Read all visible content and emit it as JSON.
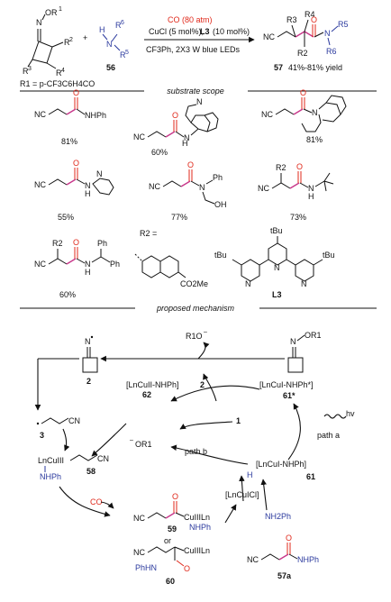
{
  "scheme": {
    "reactant1": {
      "oxime": "OR",
      "oxime_sup": "1",
      "r2": "R",
      "r2_sup": "2",
      "r3": "R",
      "r3_sup": "3",
      "r4": "R",
      "r4_sup": "4"
    },
    "reactant2": {
      "number": "56",
      "h": "H",
      "n": "N",
      "r6": "R",
      "r6_sup": "6",
      "r5": "R",
      "r5_sup": "5"
    },
    "conditions": {
      "co": "CO (80 atm)",
      "catalyst_prefix": "CuCl (5 mol%),",
      "ligand": "L3",
      "ligand_load": "(10 mol%)",
      "solvent": "CF3Ph, 2X3 W blue LEDs"
    },
    "product": {
      "nc": "NC",
      "o": "O",
      "n": "N",
      "number": "57",
      "yield": "41%-81% yield",
      "r3": "R3",
      "r4": "R4",
      "r2": "R2",
      "r5": "R5",
      "r6": "R6"
    },
    "r1_definition": "R1 = p-CF3C6H4CO",
    "plus": "+"
  },
  "sections": {
    "substrate_scope": "substrate scope",
    "proposed_mechanism": "proposed mechanism"
  },
  "scope": {
    "ex1": {
      "nc": "NC",
      "o": "O",
      "amine": "NHPh",
      "yield": "81%"
    },
    "ex2": {
      "nc": "NC",
      "o": "O",
      "n": "N",
      "h": "H",
      "yield": "60%"
    },
    "ex3": {
      "nc": "NC",
      "o": "O",
      "n": "N",
      "yield": "81%"
    },
    "ex4": {
      "nc": "NC",
      "o": "O",
      "n": "N",
      "h": "H",
      "yield": "55%"
    },
    "ex5": {
      "nc": "NC",
      "o": "O",
      "n": "N",
      "ph": "Ph",
      "oh": "OH",
      "yield": "77%"
    },
    "ex6": {
      "nc": "NC",
      "o": "O",
      "n": "N",
      "h": "H",
      "r2": "R2",
      "yield": "73%"
    },
    "ex7": {
      "nc": "NC",
      "o": "O",
      "n": "N",
      "h": "H",
      "ph1": "Ph",
      "ph2": "Ph",
      "r2": "R2",
      "yield": "60%"
    },
    "r2_def": {
      "label": "R2 =",
      "ester": "CO2Me"
    },
    "ligand": {
      "tbu_top": "tBu",
      "tbu_left": "tBu",
      "tbu_right": "tBu",
      "n": "N",
      "name": "L3"
    }
  },
  "mechanism": {
    "iminyl": {
      "n": "N",
      "number": "2"
    },
    "ro_anion": "R1O",
    "oxime_start": "OR1",
    "cu2_nhph_62": {
      "text": "[LnCuII-NHPh]",
      "number": "62"
    },
    "cu1_excited": {
      "text": "[LnCuI-NHPh*]",
      "number": "61*"
    },
    "num_2": "2",
    "num_1": "1",
    "hv": "hv",
    "path_a": "path a",
    "path_b": "path b",
    "radical_3": {
      "nc": "CN",
      "number": "3"
    },
    "or1_anion": "OR1",
    "cu3_58": {
      "cu": "LnCuIII",
      "nh": "NHPh",
      "cn": "CN",
      "number": "58"
    },
    "cu1_61": {
      "text": "[LnCuI-NHPh]",
      "number": "61",
      "h": "H"
    },
    "co": "CO",
    "acyl_59": {
      "nc": "NC",
      "o": "O",
      "cu": "CuIIILn",
      "nh": "NHPh",
      "number": "59"
    },
    "cucl": "[LnCuICl]",
    "aniline": "NH2Ph",
    "or": "or",
    "acyl_60": {
      "nc": "NC",
      "cu": "CuIIILn",
      "phhn": "PhHN",
      "o": "O",
      "number": "60"
    },
    "product_57a": {
      "nc": "NC",
      "o": "O",
      "nh": "NHPh",
      "number": "57a"
    }
  }
}
